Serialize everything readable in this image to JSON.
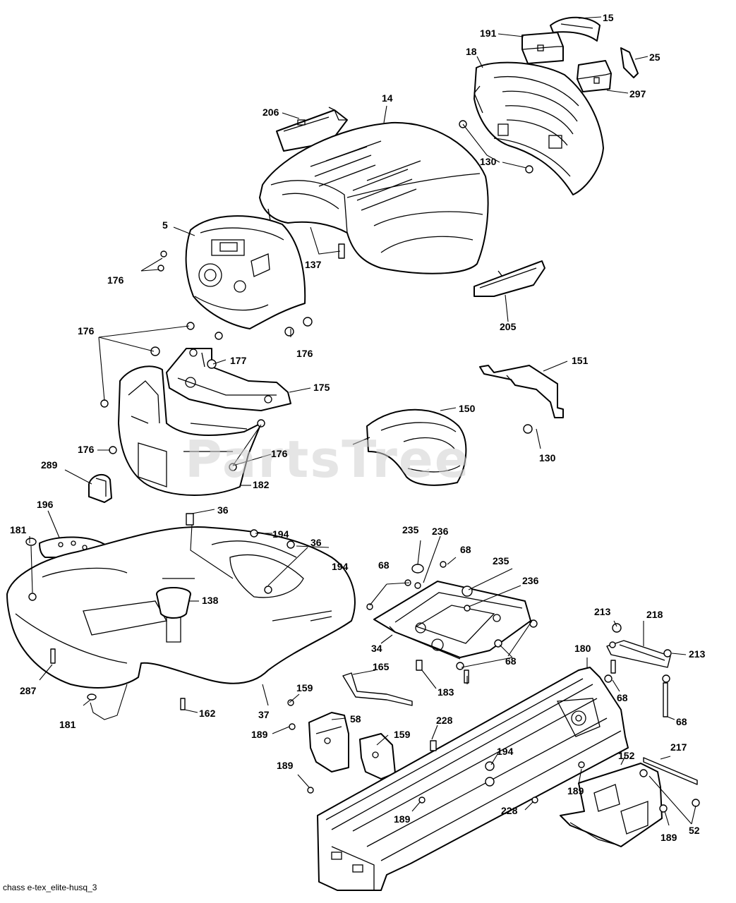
{
  "watermark": "PartsTree",
  "caption": "chass e-tex_elite-husq_3",
  "callouts": [
    {
      "id": "c15",
      "label": "15"
    },
    {
      "id": "c191",
      "label": "191"
    },
    {
      "id": "c25",
      "label": "25"
    },
    {
      "id": "c18",
      "label": "18"
    },
    {
      "id": "c297",
      "label": "297"
    },
    {
      "id": "c206",
      "label": "206"
    },
    {
      "id": "c14",
      "label": "14"
    },
    {
      "id": "c130a",
      "label": "130"
    },
    {
      "id": "c5",
      "label": "5"
    },
    {
      "id": "c137",
      "label": "137"
    },
    {
      "id": "c176a",
      "label": "176"
    },
    {
      "id": "c205",
      "label": "205"
    },
    {
      "id": "c176b",
      "label": "176"
    },
    {
      "id": "c176c",
      "label": "176"
    },
    {
      "id": "c177",
      "label": "177"
    },
    {
      "id": "c151",
      "label": "151"
    },
    {
      "id": "c175",
      "label": "175"
    },
    {
      "id": "c150",
      "label": "150"
    },
    {
      "id": "c176d",
      "label": "176"
    },
    {
      "id": "c176e",
      "label": "176"
    },
    {
      "id": "c130b",
      "label": "130"
    },
    {
      "id": "c289",
      "label": "289"
    },
    {
      "id": "c182",
      "label": "182"
    },
    {
      "id": "c196",
      "label": "196"
    },
    {
      "id": "c36a",
      "label": "36"
    },
    {
      "id": "c181a",
      "label": "181"
    },
    {
      "id": "c194a",
      "label": "194"
    },
    {
      "id": "c36b",
      "label": "36"
    },
    {
      "id": "c194b",
      "label": "194"
    },
    {
      "id": "c235a",
      "label": "235"
    },
    {
      "id": "c236a",
      "label": "236"
    },
    {
      "id": "c68a",
      "label": "68"
    },
    {
      "id": "c68b",
      "label": "68"
    },
    {
      "id": "c235b",
      "label": "235"
    },
    {
      "id": "c236b",
      "label": "236"
    },
    {
      "id": "c138",
      "label": "138"
    },
    {
      "id": "c213a",
      "label": "213"
    },
    {
      "id": "c218",
      "label": "218"
    },
    {
      "id": "c34",
      "label": "34"
    },
    {
      "id": "c180",
      "label": "180"
    },
    {
      "id": "c213b",
      "label": "213"
    },
    {
      "id": "c68c",
      "label": "68"
    },
    {
      "id": "c287",
      "label": "287"
    },
    {
      "id": "c165",
      "label": "165"
    },
    {
      "id": "c183",
      "label": "183"
    },
    {
      "id": "c68d",
      "label": "68"
    },
    {
      "id": "c159a",
      "label": "159"
    },
    {
      "id": "c68e",
      "label": "68"
    },
    {
      "id": "c181b",
      "label": "181"
    },
    {
      "id": "c162",
      "label": "162"
    },
    {
      "id": "c37",
      "label": "37"
    },
    {
      "id": "c58",
      "label": "58"
    },
    {
      "id": "c228a",
      "label": "228"
    },
    {
      "id": "c189a",
      "label": "189"
    },
    {
      "id": "c159b",
      "label": "159"
    },
    {
      "id": "c217",
      "label": "217"
    },
    {
      "id": "c152",
      "label": "152"
    },
    {
      "id": "c194c",
      "label": "194"
    },
    {
      "id": "c189b",
      "label": "189"
    },
    {
      "id": "c189c",
      "label": "189"
    },
    {
      "id": "c228b",
      "label": "228"
    },
    {
      "id": "c189d",
      "label": "189"
    },
    {
      "id": "c52",
      "label": "52"
    },
    {
      "id": "c189e",
      "label": "189"
    }
  ]
}
